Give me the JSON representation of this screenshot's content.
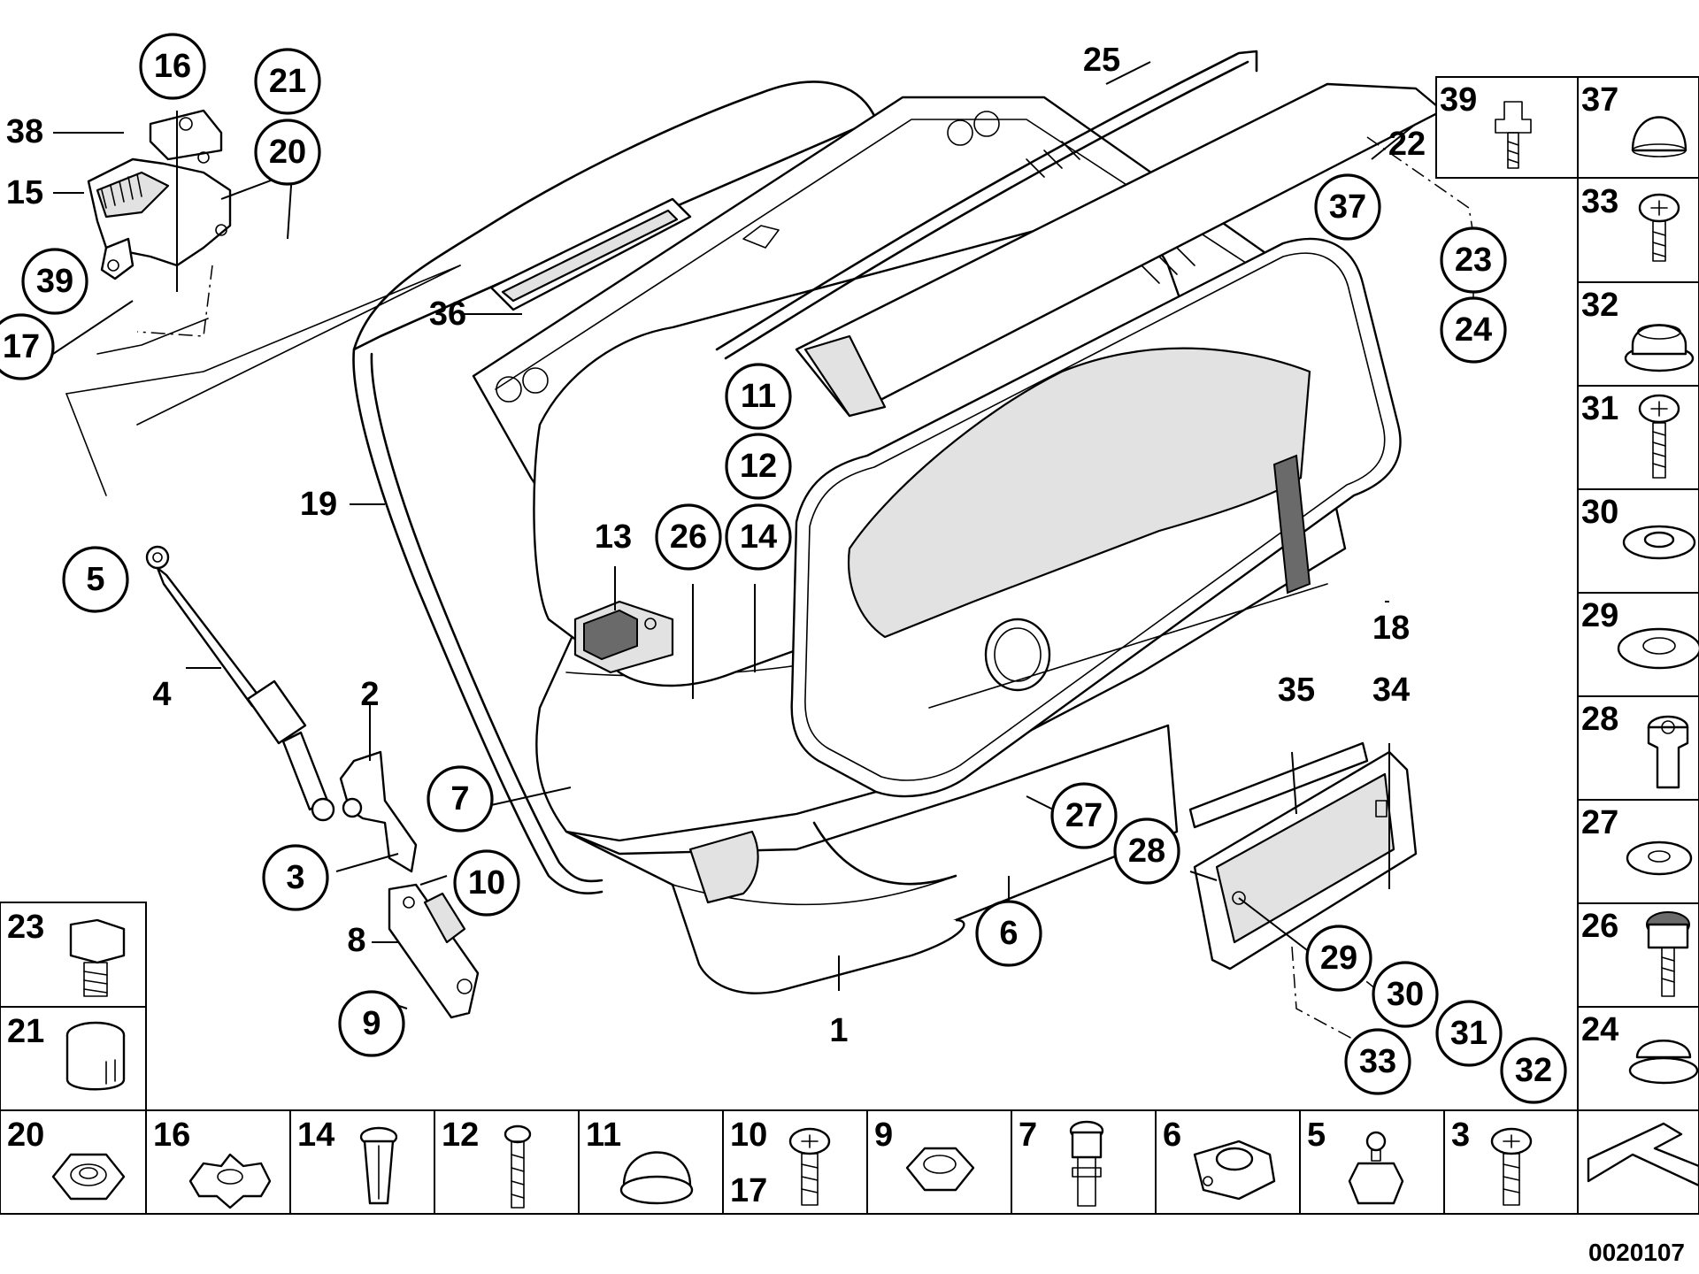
{
  "callouts": {
    "c16": "16",
    "c21": "21",
    "c20": "20",
    "c39": "39",
    "c17": "17",
    "c5": "5",
    "c7": "7",
    "c3": "3",
    "c9": "9",
    "c10": "10",
    "c6": "6",
    "c11": "11",
    "c12": "12",
    "c26": "26",
    "c14": "14",
    "c37": "37",
    "c23": "23",
    "c24": "24",
    "c27": "27",
    "c28": "28",
    "c29": "29",
    "c30": "30",
    "c31": "31",
    "c32": "32",
    "c33": "33"
  },
  "plain_labels": {
    "l38": "38",
    "l15": "15",
    "l36": "36",
    "l25": "25",
    "l22": "22",
    "l19": "19",
    "l13": "13",
    "l4": "4",
    "l2": "2",
    "l8": "8",
    "l1": "1",
    "l18": "18",
    "l35": "35",
    "l34": "34"
  },
  "right_column": [
    "39",
    "37",
    "33",
    "32",
    "31",
    "30",
    "29",
    "28",
    "27",
    "26",
    "24"
  ],
  "left_column": [
    "23",
    "21"
  ],
  "bottom_row": [
    "20",
    "16",
    "14",
    "12",
    "11",
    "10",
    "9",
    "7",
    "6",
    "5",
    "3"
  ],
  "bottom_row_extra": "17",
  "reference_number": "0020107",
  "icons": {
    "hinge": "hinge-icon",
    "strut": "gas-strut-icon",
    "arrow": "direction-arrow-icon"
  }
}
